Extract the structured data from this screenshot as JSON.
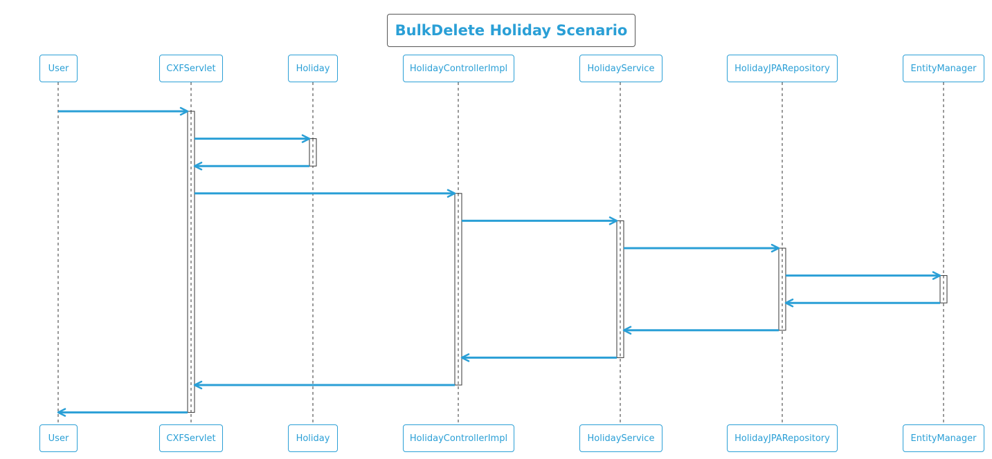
{
  "title": "BulkDelete Holiday Scenario",
  "colors": {
    "accent": "#2a9fd6",
    "lifeline": "#333333",
    "activation_border": "#333333",
    "title_border": "#555555"
  },
  "participants": [
    {
      "id": "user",
      "label": "User"
    },
    {
      "id": "cxf",
      "label": "CXFServlet"
    },
    {
      "id": "holiday",
      "label": "Holiday"
    },
    {
      "id": "controller",
      "label": "HolidayControllerImpl"
    },
    {
      "id": "service",
      "label": "HolidayService"
    },
    {
      "id": "repo",
      "label": "HolidayJPARepository"
    },
    {
      "id": "em",
      "label": "EntityManager"
    }
  ],
  "messages": [
    {
      "from": "user",
      "to": "cxf",
      "kind": "call"
    },
    {
      "from": "cxf",
      "to": "holiday",
      "kind": "call"
    },
    {
      "from": "holiday",
      "to": "cxf",
      "kind": "return"
    },
    {
      "from": "cxf",
      "to": "controller",
      "kind": "call"
    },
    {
      "from": "controller",
      "to": "service",
      "kind": "call"
    },
    {
      "from": "service",
      "to": "repo",
      "kind": "call"
    },
    {
      "from": "repo",
      "to": "em",
      "kind": "call"
    },
    {
      "from": "em",
      "to": "repo",
      "kind": "return"
    },
    {
      "from": "repo",
      "to": "service",
      "kind": "return"
    },
    {
      "from": "service",
      "to": "controller",
      "kind": "return"
    },
    {
      "from": "controller",
      "to": "cxf",
      "kind": "return"
    },
    {
      "from": "cxf",
      "to": "user",
      "kind": "return"
    }
  ],
  "activations": [
    {
      "participant": "cxf",
      "from_step": 0,
      "to_step": 11
    },
    {
      "participant": "holiday",
      "from_step": 1,
      "to_step": 2
    },
    {
      "participant": "controller",
      "from_step": 3,
      "to_step": 10
    },
    {
      "participant": "service",
      "from_step": 4,
      "to_step": 9
    },
    {
      "participant": "repo",
      "from_step": 5,
      "to_step": 8
    },
    {
      "participant": "em",
      "from_step": 6,
      "to_step": 7
    }
  ]
}
